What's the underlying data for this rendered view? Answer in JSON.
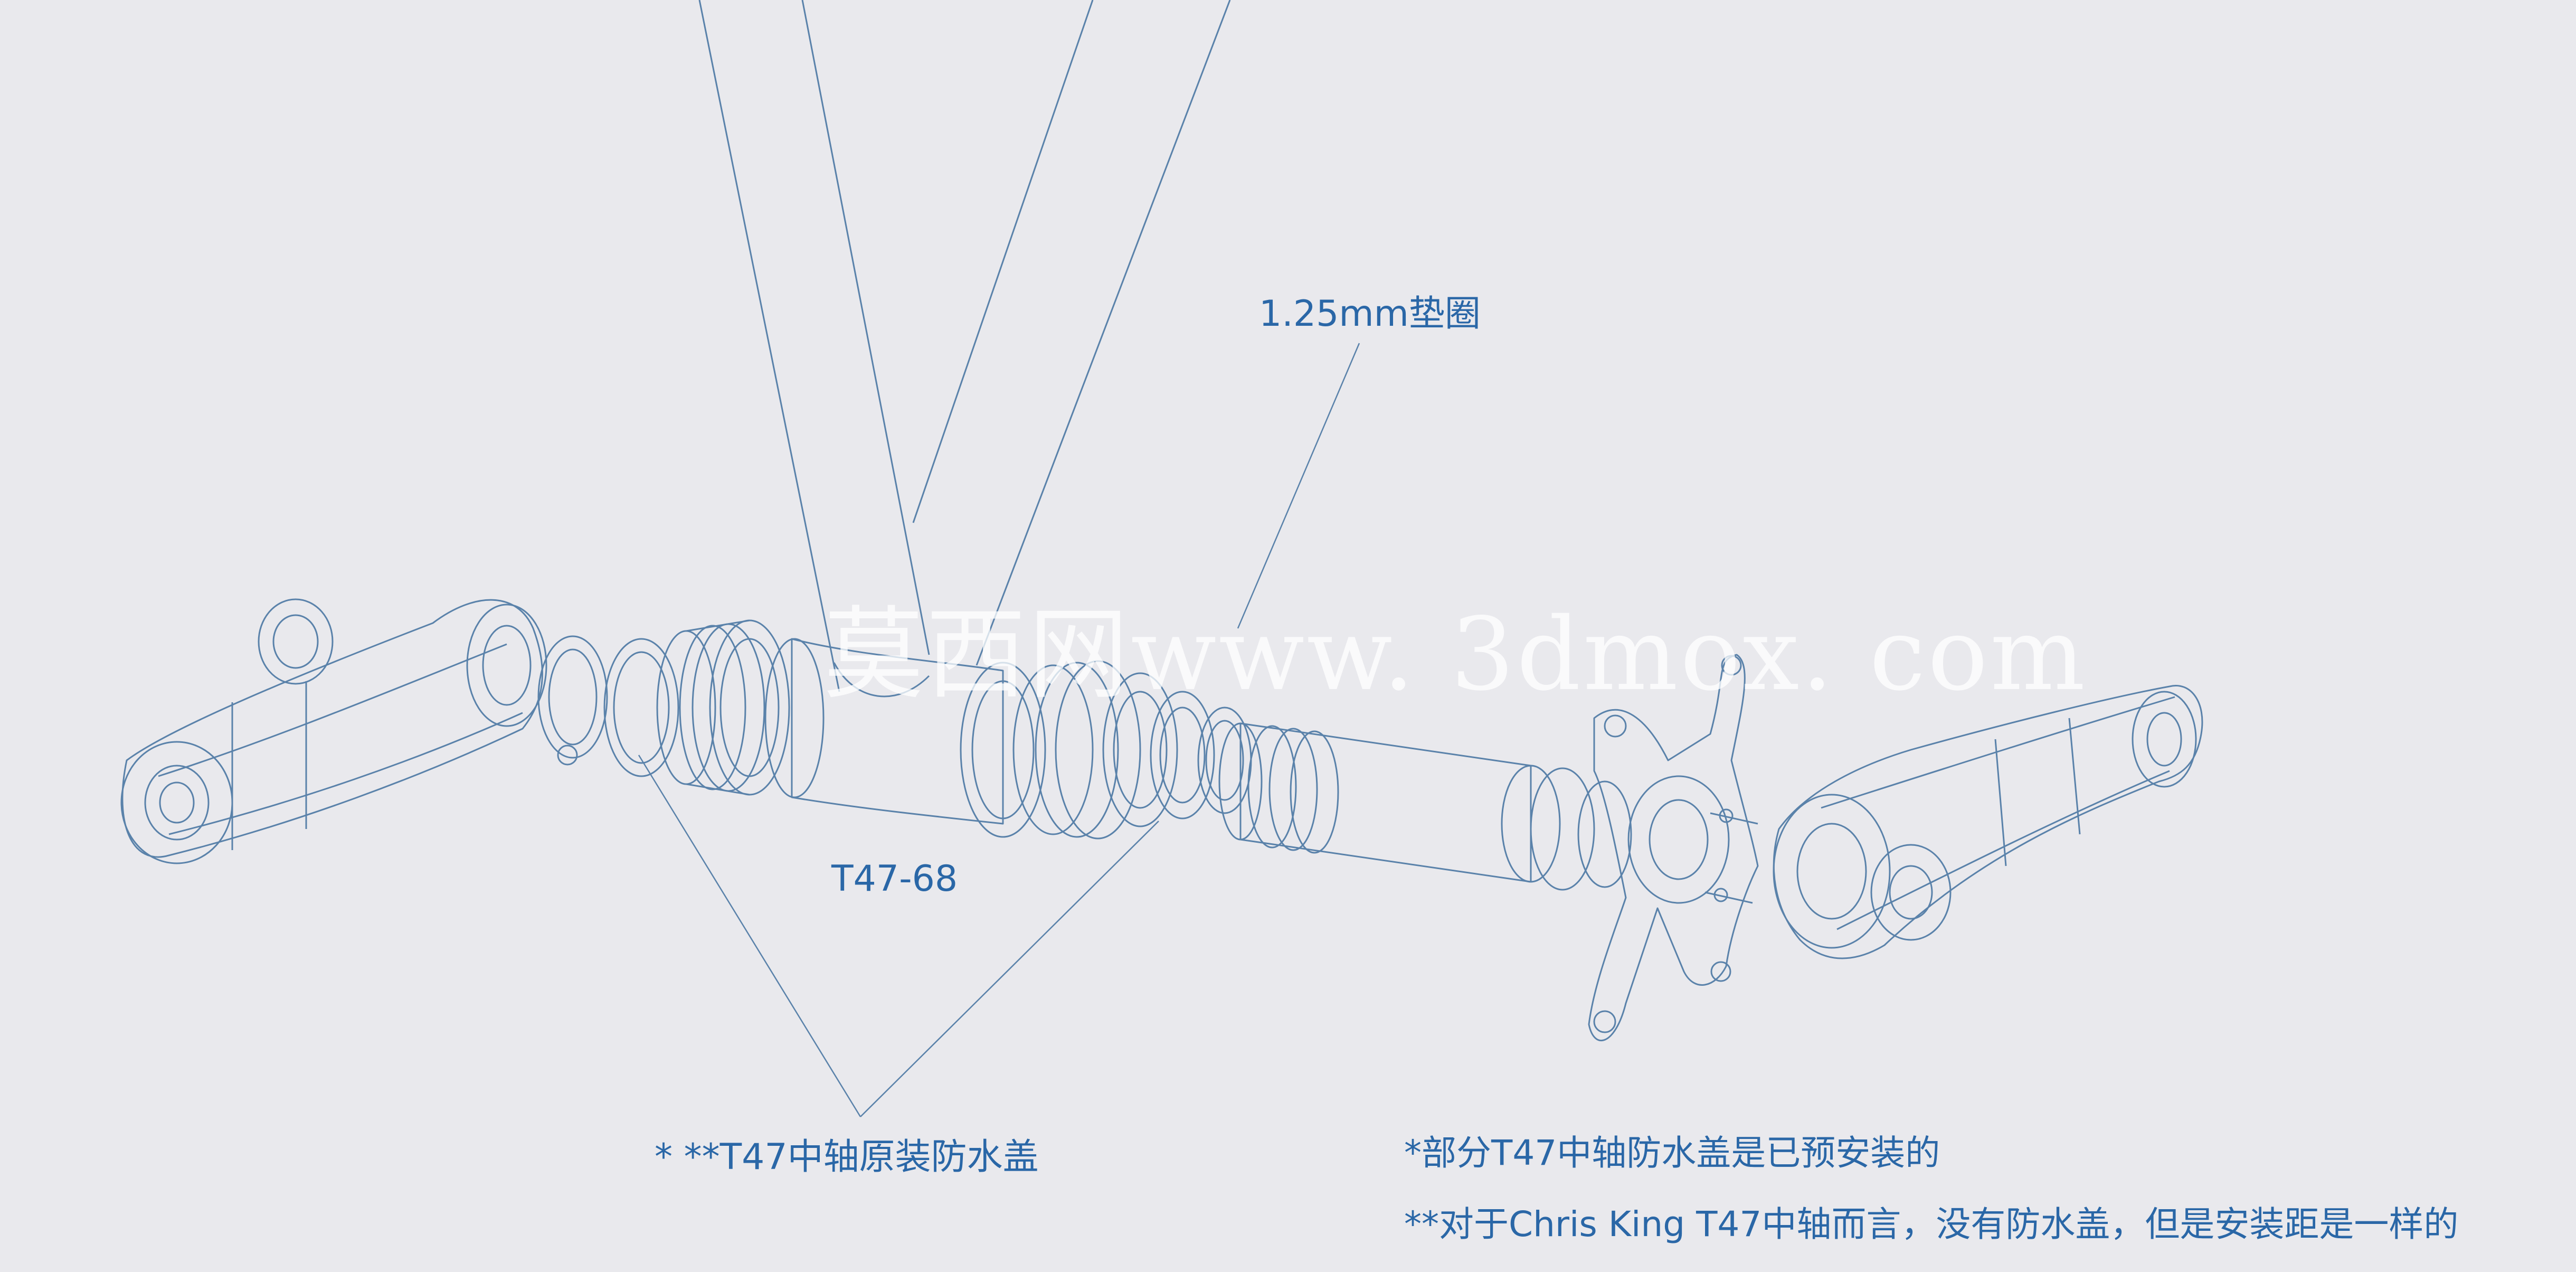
{
  "labels": {
    "spacer": "1.25mm垫圈",
    "shell": "T47-68",
    "caps": "* **T47中轴原装防水盖"
  },
  "notes": {
    "note1": "*部分T47中轴防水盖是已预安装的",
    "note2": "**对于Chris King T47中轴而言，没有防水盖，但是安装距是一样的"
  },
  "watermark": "莫西网www. 3dmox. com",
  "colors": {
    "background": "#e9e9ed",
    "line": "#5a82aa",
    "label": "#2a67a7"
  }
}
